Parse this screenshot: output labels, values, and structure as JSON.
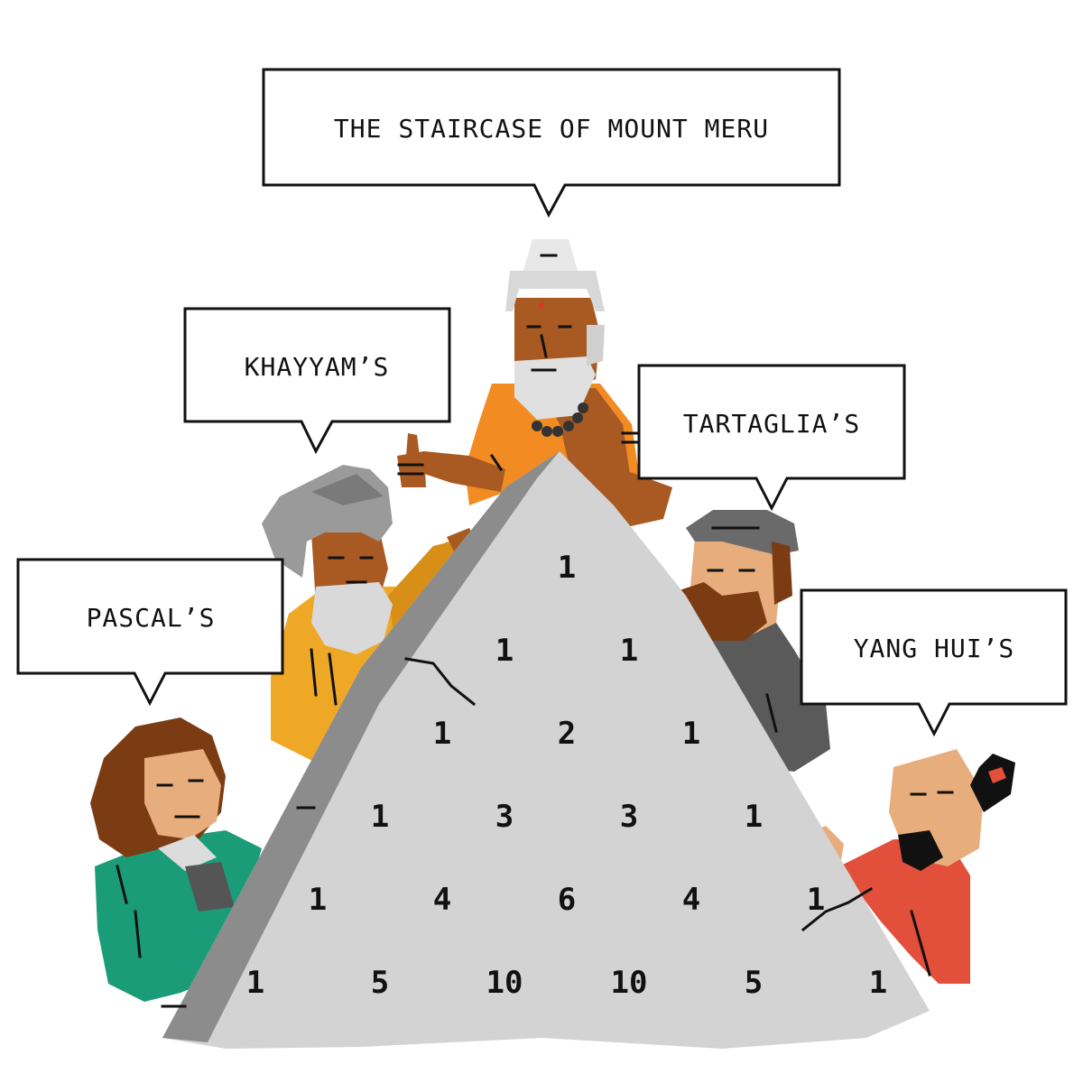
{
  "bubbles": {
    "top": "THE STAIRCASE OF MOUNT MERU",
    "khayyam": "KHAYYAM’S",
    "tartaglia": "TARTAGLIA’S",
    "pascal": "PASCAL’S",
    "yanghui": "YANG HUI’S"
  },
  "triangle": {
    "rows": [
      [
        "1"
      ],
      [
        "1",
        "1"
      ],
      [
        "1",
        "2",
        "1"
      ],
      [
        "1",
        "3",
        "3",
        "1"
      ],
      [
        "1",
        "4",
        "6",
        "4",
        "1"
      ],
      [
        "1",
        "5",
        "10",
        "10",
        "5",
        "1"
      ]
    ]
  },
  "colors": {
    "mountain": "#d3d3d3",
    "mountain_edge": "#8c8c8c",
    "pascal_coat": "#1a9c78",
    "khayyam_robe": "#eea825",
    "meru_robe": "#f28b22",
    "tartaglia_coat": "#5a5a5a",
    "yanghui_robe": "#e2503b",
    "skin_dark": "#a85a22",
    "skin_light": "#e8ad7c"
  }
}
